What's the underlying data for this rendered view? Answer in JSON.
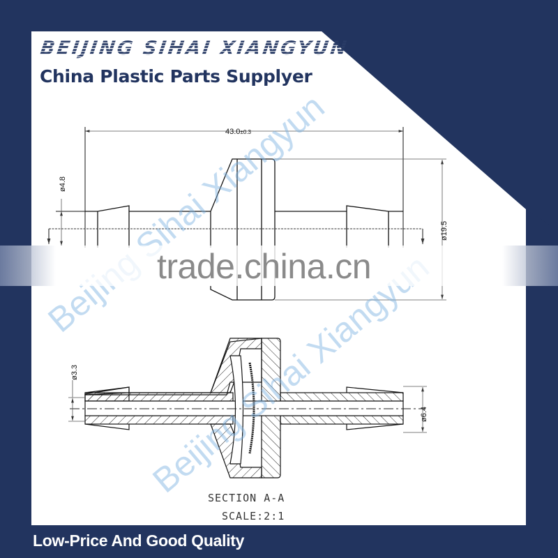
{
  "header": {
    "brand": "BEIJING SIHAI XIANGYUN",
    "tagline": "China Plastic Parts Supplyer"
  },
  "footer": {
    "slogan": "Low-Price And Good Quality"
  },
  "watermarks": {
    "site": "trade.china.cn",
    "company_upper": "Beijing Sihai Xiangyun",
    "company_lower": "Beijing Sihai Xiangyun"
  },
  "drawing": {
    "dimensions": {
      "overall_length": "43.0",
      "overall_length_tol": "±0.3",
      "outer_dia_tip": "ø4.8",
      "outer_dia_body": "ø19.5",
      "inner_dia": "ø3.3",
      "barb_dia": "ø6.4"
    },
    "section_label": "SECTION A-A",
    "scale_label": "SCALE:2:1"
  },
  "colors": {
    "navy": "#22345f",
    "panel": "#ffffff",
    "watermark_blue": "#78afe1",
    "trade_gray": "#8a8a8a"
  }
}
